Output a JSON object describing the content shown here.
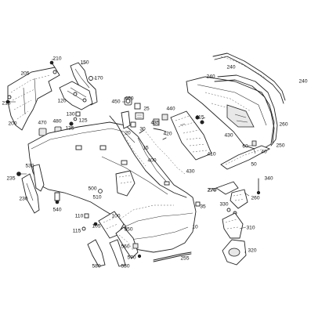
{
  "diagram": {
    "labels": [
      {
        "id": "l210",
        "text": "210"
      },
      {
        "id": "l205",
        "text": "205"
      },
      {
        "id": "l150",
        "text": "150"
      },
      {
        "id": "l170",
        "text": "170"
      },
      {
        "id": "l215",
        "text": "215"
      },
      {
        "id": "l200",
        "text": "200"
      },
      {
        "id": "l120",
        "text": "120"
      },
      {
        "id": "l130",
        "text": "130"
      },
      {
        "id": "l125",
        "text": "125"
      },
      {
        "id": "l135",
        "text": "135"
      },
      {
        "id": "l470",
        "text": "470"
      },
      {
        "id": "l480",
        "text": "480"
      },
      {
        "id": "l450",
        "text": "450"
      },
      {
        "id": "l460",
        "text": "460"
      },
      {
        "id": "l25",
        "text": "25"
      },
      {
        "id": "l30",
        "text": "30"
      },
      {
        "id": "l20",
        "text": "20"
      },
      {
        "id": "l435",
        "text": "435"
      },
      {
        "id": "l440",
        "text": "440"
      },
      {
        "id": "l420",
        "text": "420"
      },
      {
        "id": "l415",
        "text": "415"
      },
      {
        "id": "l240a",
        "text": "240"
      },
      {
        "id": "l240b",
        "text": "240"
      },
      {
        "id": "l240c",
        "text": "240"
      },
      {
        "id": "l270a",
        "text": "270"
      },
      {
        "id": "l260a",
        "text": "260"
      },
      {
        "id": "l430a",
        "text": "430"
      },
      {
        "id": "l410",
        "text": "410"
      },
      {
        "id": "l60",
        "text": "60"
      },
      {
        "id": "l40",
        "text": "40"
      },
      {
        "id": "l250",
        "text": "250"
      },
      {
        "id": "l50",
        "text": "50"
      },
      {
        "id": "l15",
        "text": "15"
      },
      {
        "id": "l400",
        "text": "400"
      },
      {
        "id": "l430b",
        "text": "430"
      },
      {
        "id": "l530",
        "text": "530"
      },
      {
        "id": "l235",
        "text": "235"
      },
      {
        "id": "l230",
        "text": "230"
      },
      {
        "id": "l540",
        "text": "540"
      },
      {
        "id": "l500",
        "text": "500"
      },
      {
        "id": "l510",
        "text": "510"
      },
      {
        "id": "l340",
        "text": "340"
      },
      {
        "id": "l270b",
        "text": "270"
      },
      {
        "id": "l260b",
        "text": "260"
      },
      {
        "id": "l35",
        "text": "35"
      },
      {
        "id": "l330",
        "text": "330"
      },
      {
        "id": "l110",
        "text": "110"
      },
      {
        "id": "l105",
        "text": "105"
      },
      {
        "id": "l115",
        "text": "115"
      },
      {
        "id": "l100",
        "text": "100"
      },
      {
        "id": "l10",
        "text": "10"
      },
      {
        "id": "l310",
        "text": "310"
      },
      {
        "id": "l550",
        "text": "550"
      },
      {
        "id": "l560",
        "text": "560"
      },
      {
        "id": "l570",
        "text": "570"
      },
      {
        "id": "l255",
        "text": "255"
      },
      {
        "id": "l320",
        "text": "320"
      },
      {
        "id": "l580a",
        "text": "580"
      },
      {
        "id": "l580b",
        "text": "580"
      }
    ]
  }
}
